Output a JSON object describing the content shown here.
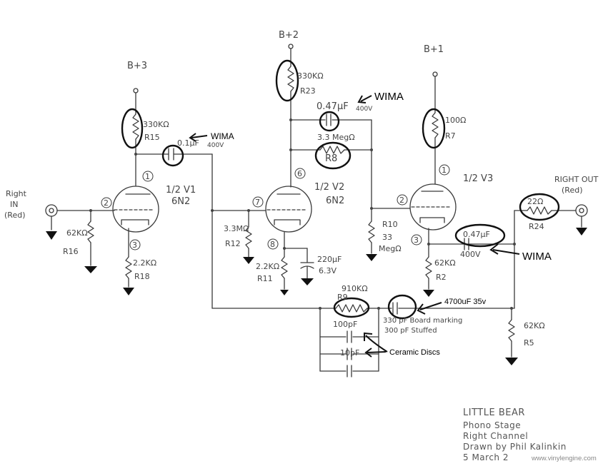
{
  "rails": {
    "b3": "B+3",
    "b2": "B+2",
    "b1": "B+1"
  },
  "tubes": {
    "v1": {
      "name": "1/2 V1",
      "type": "6N2"
    },
    "v2": {
      "name": "1/2 V2",
      "type": "6N2"
    },
    "v3": {
      "name": "1/2 V3"
    }
  },
  "pins": [
    "1",
    "2",
    "3",
    "6",
    "7",
    "8",
    "1",
    "2",
    "3"
  ],
  "input": {
    "line1": "Right",
    "line2": "IN",
    "line3": "(Red)"
  },
  "output": {
    "line1": "RIGHT OUT",
    "line2": "(Red)"
  },
  "components": {
    "r15": {
      "value": "330KΩ",
      "ref": "R15"
    },
    "r16": {
      "value": "62KΩ",
      "ref": "R16"
    },
    "r18": {
      "value": "2.2KΩ",
      "ref": "R18"
    },
    "c_v1": {
      "value": "0.1µF",
      "rating": "400V"
    },
    "r23": {
      "value": "330KΩ",
      "ref": "R23"
    },
    "c_v2": {
      "value": "0.47µF",
      "rating": "400V"
    },
    "r8": {
      "value": "3.3 MegΩ",
      "ref": "R8"
    },
    "r12": {
      "value": "3.3MΩ",
      "ref": "R12"
    },
    "r11": {
      "value": "2.2KΩ",
      "ref": "R11"
    },
    "c_cath": {
      "value": "220µF",
      "rating": "6.3V"
    },
    "r10": {
      "value": "33",
      "unit": "MegΩ",
      "ref": "R10"
    },
    "r7": {
      "value": "100Ω",
      "ref": "R7"
    },
    "c_out": {
      "value": "0.47µF",
      "rating": "400V"
    },
    "r2": {
      "value": "62KΩ",
      "ref": "R2"
    },
    "r24": {
      "value": "22Ω",
      "ref": "R24"
    },
    "r9": {
      "value": "910KΩ",
      "ref": "R9"
    },
    "c_fb": {
      "note1": "330 pF Board marking",
      "note2": "300 pF Stuffed"
    },
    "c100": {
      "value": "100pF"
    },
    "c10": {
      "value": "10pF"
    },
    "r5": {
      "value": "62KΩ",
      "ref": "R5"
    }
  },
  "annotations": {
    "wima1": "WIMA",
    "wima2": "WIMA",
    "wima3": "WIMA",
    "cap_4700": "4700uF 35v",
    "ceramic": "Ceramic Discs"
  },
  "footer": {
    "title": "LITTLE BEAR",
    "line2": "Phono Stage",
    "line3": "Right Channel",
    "line4": "Drawn by Phil Kalinkin",
    "line5": "5 March 2"
  },
  "credit": "www.vinylengine.com"
}
